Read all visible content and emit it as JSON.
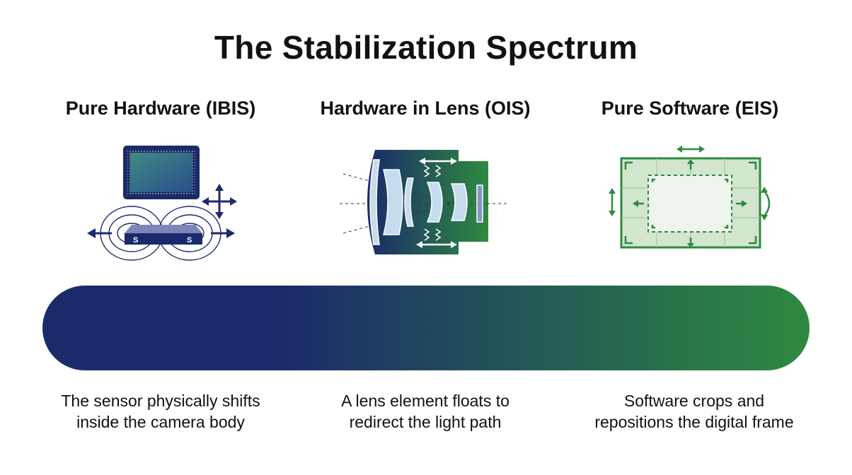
{
  "title": "The Stabilization Spectrum",
  "colors": {
    "navy": "#1b2a6b",
    "green": "#2e8a40",
    "sensor_teal": "#2b6a7e"
  },
  "columns": [
    {
      "heading": "Pure Hardware (IBIS)",
      "icon": "sensor-shift-icon",
      "magnet_label": "S",
      "description": [
        "The sensor physically shifts",
        "inside the camera body"
      ]
    },
    {
      "heading": "Hardware in Lens (OIS)",
      "icon": "floating-lens-icon",
      "description": [
        "A lens element floats to",
        "redirect the light path"
      ]
    },
    {
      "heading": "Pure Software (EIS)",
      "icon": "digital-crop-icon",
      "description": [
        "Software crops and",
        "repositions the digital frame"
      ]
    }
  ],
  "spectrum_bar": {
    "start_color": "#1b2a6b",
    "end_color": "#2e8a40"
  }
}
